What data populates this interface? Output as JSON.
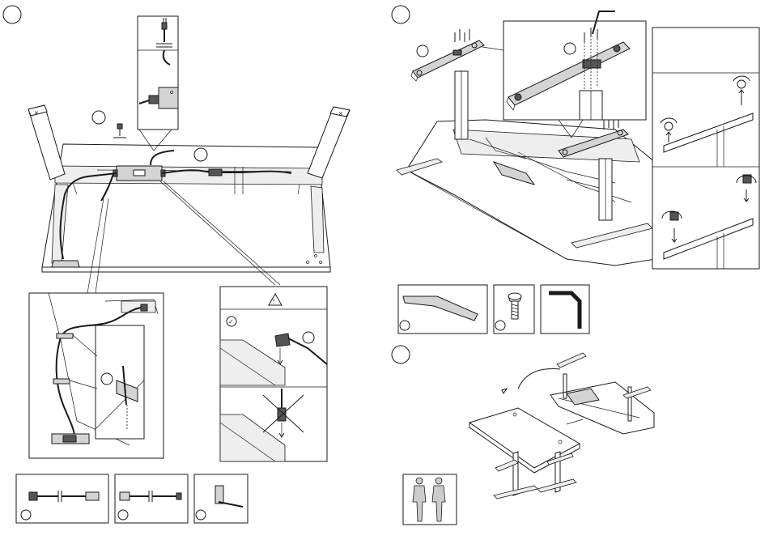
{
  "page": {
    "steps": [
      {
        "id": "step-left",
        "label": ""
      },
      {
        "id": "step-right-top",
        "label": ""
      },
      {
        "id": "step-right-bottom",
        "label": ""
      }
    ],
    "warning_symbol": "!",
    "check_symbol": "✓",
    "line_color": "#1a1a1a",
    "part_fill": "#d4d4d4",
    "dark_fill": "#555555"
  },
  "parts": {
    "left": [
      "power-cord",
      "extension-cable",
      "cable-clip"
    ],
    "right": [
      "top-bracket",
      "bolt",
      "allen-key"
    ]
  },
  "icons": [
    "two-person-icon",
    "rotate-arrow-icon",
    "down-arrow-icon",
    "up-arrow-icon",
    "x-mark-icon"
  ]
}
